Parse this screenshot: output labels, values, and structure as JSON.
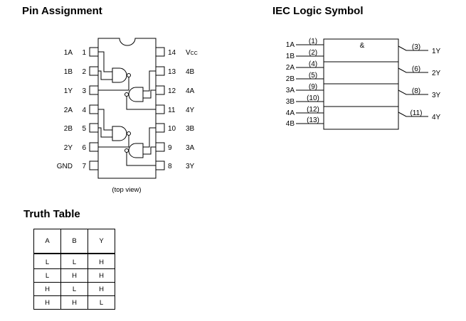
{
  "headings": {
    "pin_assignment": "Pin Assignment",
    "iec_symbol": "IEC Logic Symbol",
    "truth_table": "Truth Table"
  },
  "pin_assignment": {
    "left_pins": [
      {
        "num": "1",
        "name": "1A"
      },
      {
        "num": "2",
        "name": "1B"
      },
      {
        "num": "3",
        "name": "1Y"
      },
      {
        "num": "4",
        "name": "2A"
      },
      {
        "num": "5",
        "name": "2B"
      },
      {
        "num": "6",
        "name": "2Y"
      },
      {
        "num": "7",
        "name": "GND"
      }
    ],
    "right_pins": [
      {
        "num": "14",
        "name": "V",
        "sub": "CC"
      },
      {
        "num": "13",
        "name": "4B"
      },
      {
        "num": "12",
        "name": "4A"
      },
      {
        "num": "11",
        "name": "4Y"
      },
      {
        "num": "10",
        "name": "3B"
      },
      {
        "num": "9",
        "name": "3A"
      },
      {
        "num": "8",
        "name": "3Y"
      }
    ],
    "caption": "(top view)"
  },
  "iec_symbol": {
    "function": "&",
    "inputs": [
      {
        "name": "1A",
        "pin": "(1)"
      },
      {
        "name": "1B",
        "pin": "(2)"
      },
      {
        "name": "2A",
        "pin": "(4)"
      },
      {
        "name": "2B",
        "pin": "(5)"
      },
      {
        "name": "3A",
        "pin": "(9)"
      },
      {
        "name": "3B",
        "pin": "(10)"
      },
      {
        "name": "4A",
        "pin": "(12)"
      },
      {
        "name": "4B",
        "pin": "(13)"
      }
    ],
    "outputs": [
      {
        "name": "1Y",
        "pin": "(3)"
      },
      {
        "name": "2Y",
        "pin": "(6)"
      },
      {
        "name": "3Y",
        "pin": "(8)"
      },
      {
        "name": "4Y",
        "pin": "(11)"
      }
    ]
  },
  "truth_table": {
    "headers": [
      "A",
      "B",
      "Y"
    ],
    "rows": [
      [
        "L",
        "L",
        "H"
      ],
      [
        "L",
        "H",
        "H"
      ],
      [
        "H",
        "L",
        "H"
      ],
      [
        "H",
        "H",
        "L"
      ]
    ]
  }
}
